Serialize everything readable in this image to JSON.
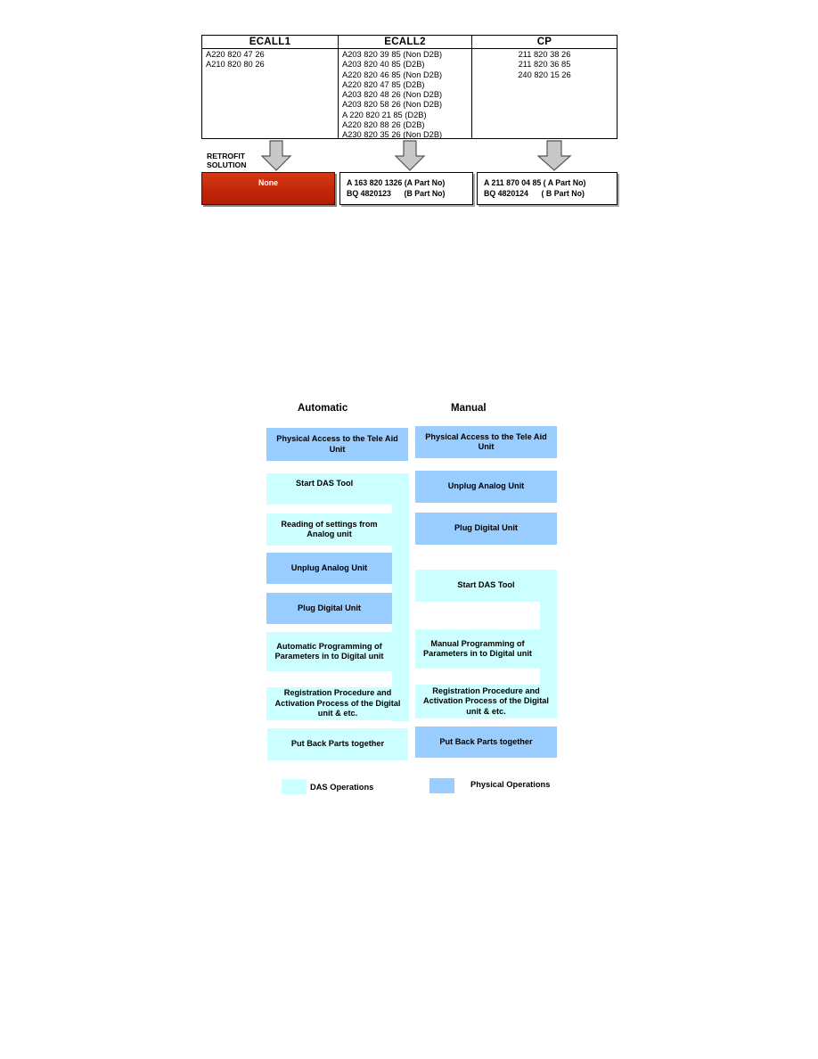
{
  "table": {
    "columns": [
      {
        "header": "ECALL1",
        "items": [
          "A220 820 47 26",
          "A210 820 80 26"
        ]
      },
      {
        "header": "ECALL2",
        "items": [
          "A203 820 39 85 (Non D2B)",
          "A203 820 40 85 (D2B)",
          "A220 820 46 85 (Non D2B)",
          "A220 820 47 85 (D2B)",
          "A203 820 48 26 (Non D2B)",
          "A203 820 58 26 (Non D2B)",
          "A 220 820 21 85 (D2B)",
          "A220 820 88 26  (D2B)",
          "A230 820 35 26 (Non D2B)"
        ]
      },
      {
        "header": "CP",
        "items": [
          "211 820 38 26",
          "211 820 36 85",
          "240 820 15 26"
        ]
      }
    ]
  },
  "retrofit": {
    "label_line1": "RETROFIT",
    "label_line2": "SOLUTION",
    "none_label": "None",
    "ecall2": {
      "line1": "A 163 820 1326 (A Part No)",
      "line2": "BQ 4820123      (B Part No)"
    },
    "cp": {
      "line1": "A 211 870 04 85 ( A Part No)",
      "line2": "BQ 4820124      ( B Part No)"
    }
  },
  "flow": {
    "automatic_header": "Automatic",
    "manual_header": "Manual",
    "automatic": [
      {
        "label": "Physical Access to the Tele Aid Unit",
        "type": "physical"
      },
      {
        "label": "Start DAS Tool",
        "type": "das"
      },
      {
        "label": "Reading of settings from Analog unit",
        "type": "das"
      },
      {
        "label": "Unplug Analog Unit",
        "type": "physical"
      },
      {
        "label": "Plug Digital Unit",
        "type": "physical"
      },
      {
        "label": "Automatic Programming of Parameters in to Digital unit",
        "type": "das"
      },
      {
        "label": "Registration Procedure and Activation Process of the Digital unit & etc.",
        "type": "das"
      },
      {
        "label": "Put Back Parts together",
        "type": "das"
      }
    ],
    "manual": [
      {
        "label": "Physical Access to the Tele Aid Unit",
        "type": "physical"
      },
      {
        "label": "Unplug Analog Unit",
        "type": "physical"
      },
      {
        "label": "Plug Digital Unit",
        "type": "physical"
      },
      {
        "label": "Start DAS Tool",
        "type": "das"
      },
      {
        "label": "Manual Programming of Parameters in to Digital unit",
        "type": "das"
      },
      {
        "label": "Registration Procedure and Activation Process of the Digital unit & etc.",
        "type": "das"
      },
      {
        "label": "Put Back Parts together",
        "type": "physical"
      }
    ]
  },
  "legend": {
    "das_label": "DAS Operations",
    "physical_label": "Physical Operations",
    "das_color": "#ccffff",
    "physical_color": "#99ccff"
  }
}
